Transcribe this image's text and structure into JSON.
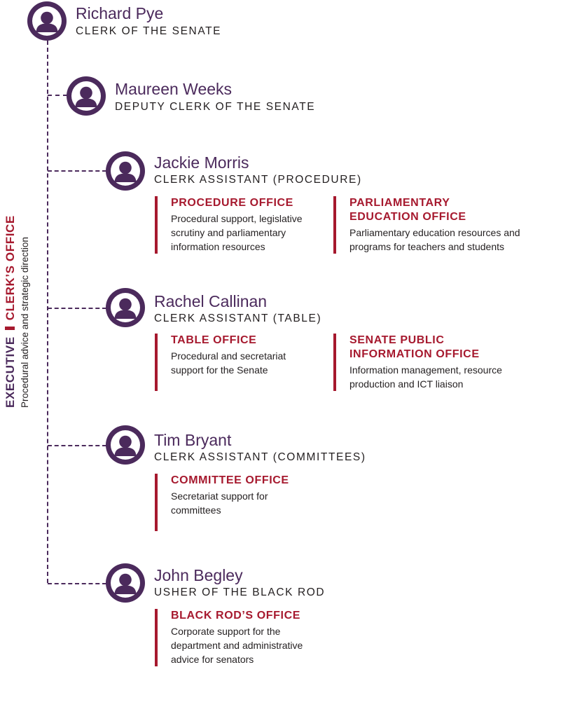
{
  "people": [
    {
      "name": "Richard Pye",
      "title": "CLERK OF THE SENATE"
    },
    {
      "name": "Maureen Weeks",
      "title": "DEPUTY CLERK OF THE SENATE"
    },
    {
      "name": "Jackie Morris",
      "title": "CLERK ASSISTANT (PROCEDURE)"
    },
    {
      "name": "Rachel Callinan",
      "title": "CLERK ASSISTANT (TABLE)"
    },
    {
      "name": "Tim Bryant",
      "title": "CLERK ASSISTANT (COMMITTEES)"
    },
    {
      "name": "John Begley",
      "title": "USHER OF THE BLACK ROD"
    }
  ],
  "offices": {
    "procedure": {
      "name": "PROCEDURE OFFICE",
      "desc": [
        "Procedural support, legislative",
        "scrutiny and parliamentary",
        "information resources"
      ]
    },
    "education": {
      "name": [
        "PARLIAMENTARY",
        "EDUCATION OFFICE"
      ],
      "desc": [
        "Parliamentary education resources and",
        "programs for teachers and students"
      ]
    },
    "table": {
      "name": "TABLE OFFICE",
      "desc": [
        "Procedural and secretariat",
        "support for the Senate"
      ]
    },
    "public_info": {
      "name": [
        "SENATE PUBLIC",
        "INFORMATION OFFICE"
      ],
      "desc": [
        "Information management, resource",
        "production and ICT liaison"
      ]
    },
    "committee": {
      "name": "COMMITTEE OFFICE",
      "desc": [
        "Secretariat support for",
        "committees"
      ]
    },
    "black_rod": {
      "name": "BLACK ROD’S OFFICE",
      "desc": [
        "Corporate support for the",
        "department and administrative",
        "advice for senators"
      ]
    }
  },
  "side_label": {
    "executive": "EXECUTIVE",
    "clerks_office": "CLERK’S OFFICE",
    "description": "Procedural advice and strategic direction"
  },
  "colors": {
    "purple": "#4b2a5c",
    "red": "#a6192e",
    "text": "#231f20"
  }
}
